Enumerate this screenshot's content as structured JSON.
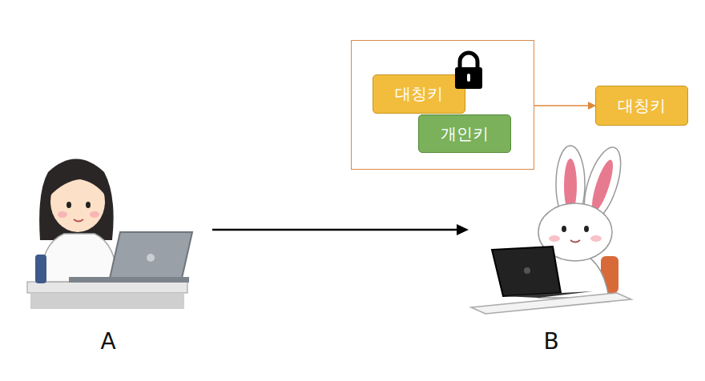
{
  "diagram": {
    "nodes": [
      {
        "text": []
      },
      {
        "text": [
          "대칭키"
        ],
        "in": 0
      },
      {
        "text": [
          "개인키"
        ],
        "in": 0
      },
      {
        "text": [
          "대칭키"
        ]
      }
    ],
    "edges": [
      {
        "from": 0,
        "to": 3,
        "arrow": "to"
      }
    ],
    "labels": [
      "A",
      "B"
    ]
  }
}
